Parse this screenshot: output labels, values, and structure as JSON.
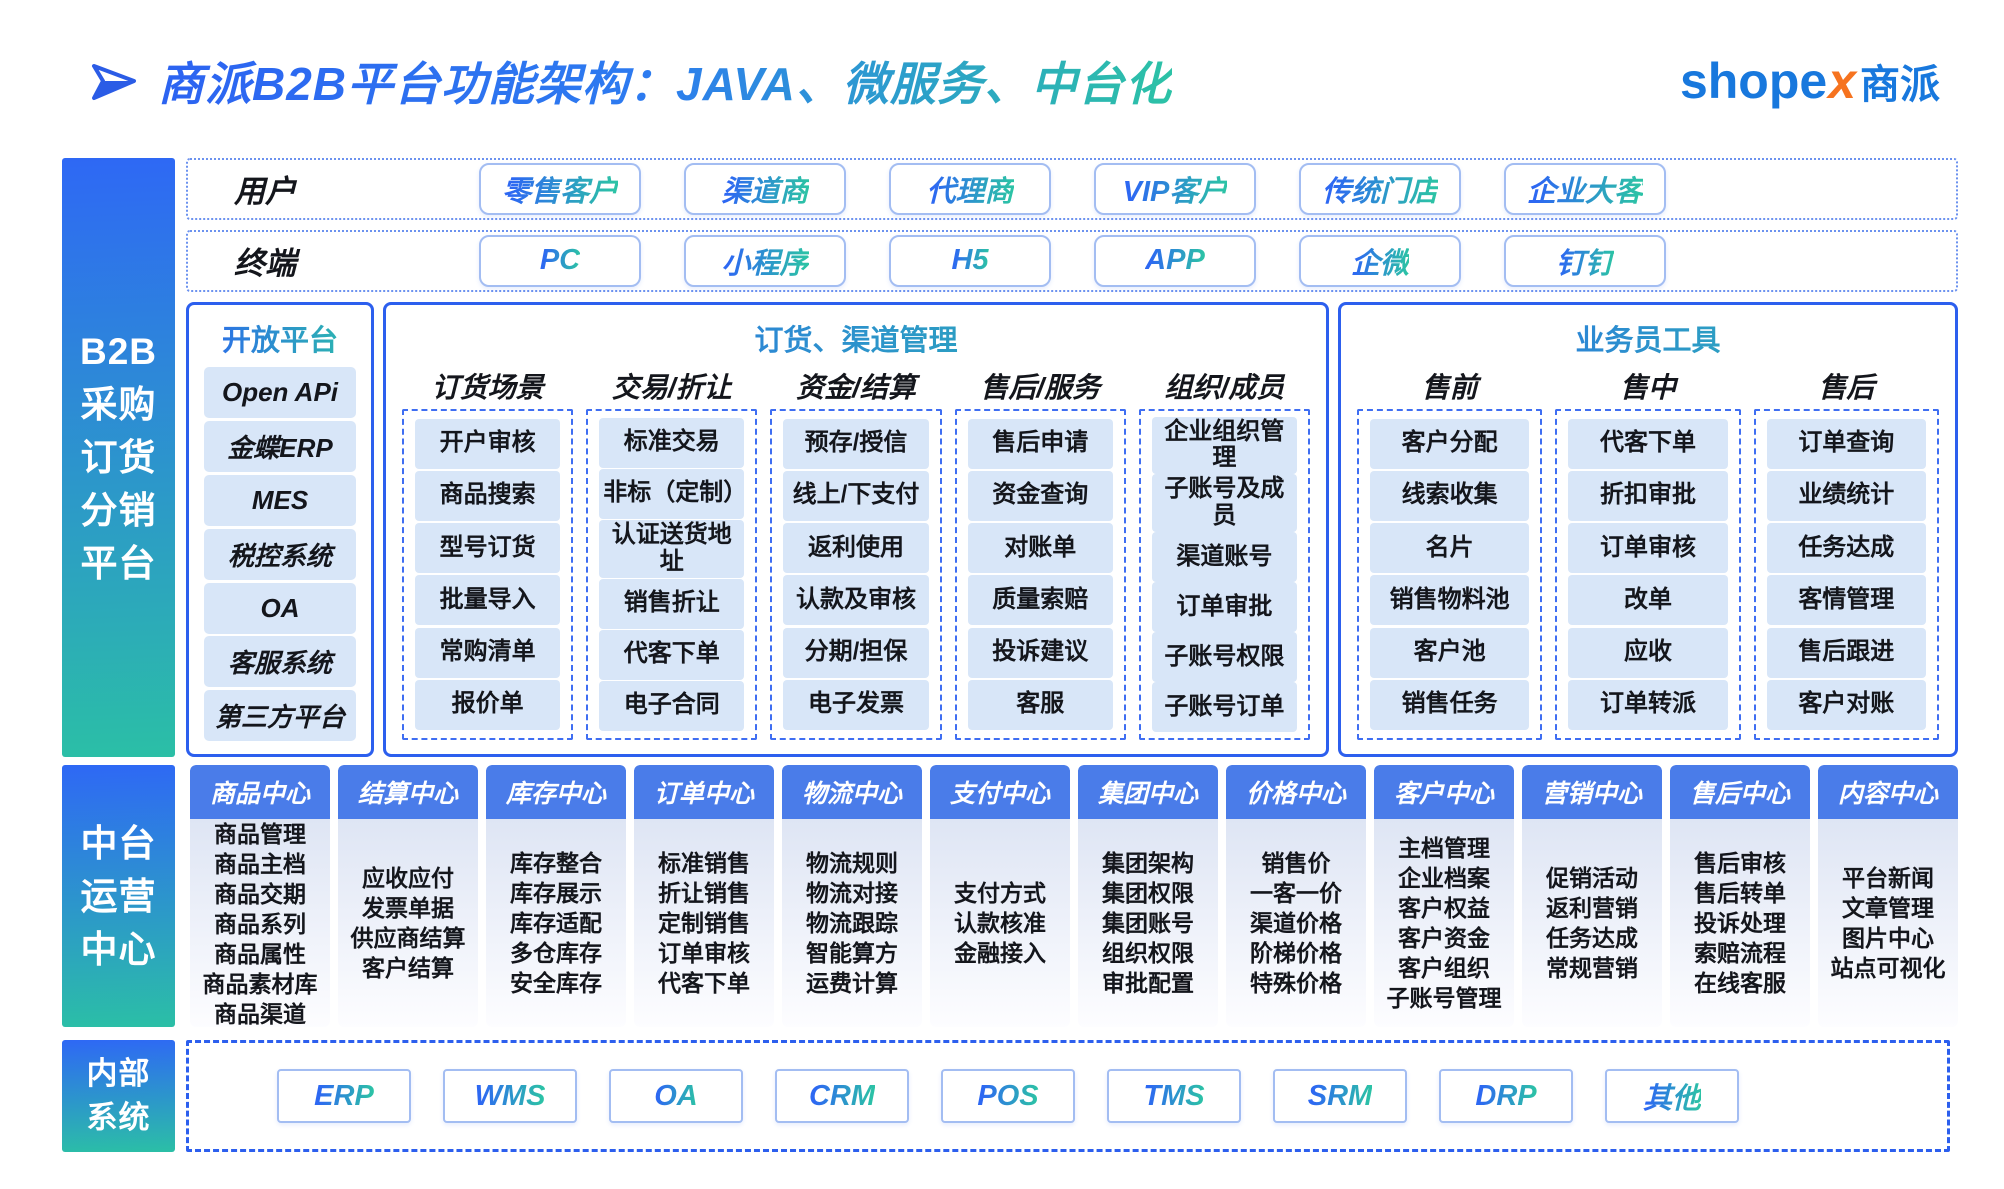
{
  "page": {
    "title": "商派B2B平台功能架构：JAVA、微服务、中台化",
    "logo": {
      "latin_blue": "shope",
      "latin_orange": "x",
      "chinese": "商派"
    }
  },
  "colors": {
    "blue": "#2c63f1",
    "teal": "#2cc2a6",
    "header_blue": "#4a7ce9",
    "cell_bg": "#d8e6f8",
    "button_border": "#a3bdf2",
    "solid_border": "#2c5fee",
    "dark_text": "#14161c",
    "logo_blue": "#1878dd",
    "logo_orange": "#f6731f"
  },
  "rows": {
    "users": {
      "label": "用户",
      "items": [
        "零售客户",
        "渠道商",
        "代理商",
        "VIP客户",
        "传统门店",
        "企业大客"
      ]
    },
    "terminals": {
      "label": "终端",
      "items": [
        "PC",
        "小程序",
        "H5",
        "APP",
        "企微",
        "钉钉"
      ]
    }
  },
  "sidebars": {
    "b2b": {
      "lines": [
        "B2B",
        "采购",
        "订货",
        "分销",
        "平台"
      ]
    },
    "middle": {
      "lines": [
        "中台",
        "运营",
        "中心"
      ]
    },
    "internal": {
      "lines": [
        "内部",
        "系统"
      ]
    }
  },
  "open_platform": {
    "title": "开放平台",
    "items": [
      "Open APi",
      "金蝶ERP",
      "MES",
      "税控系统",
      "OA",
      "客服系统",
      "第三方平台"
    ]
  },
  "order_channel": {
    "title": "订货、渠道管理",
    "columns": [
      {
        "header": "订货场景",
        "items": [
          "开户审核",
          "商品搜索",
          "型号订货",
          "批量导入",
          "常购清单",
          "报价单"
        ]
      },
      {
        "header": "交易/折让",
        "items": [
          "标准交易",
          "非标（定制）",
          "认证送货地址",
          "销售折让",
          "代客下单",
          "电子合同"
        ]
      },
      {
        "header": "资金/结算",
        "items": [
          "预存/授信",
          "线上/下支付",
          "返利使用",
          "认款及审核",
          "分期/担保",
          "电子发票"
        ]
      },
      {
        "header": "售后/服务",
        "items": [
          "售后申请",
          "资金查询",
          "对账单",
          "质量索赔",
          "投诉建议",
          "客服"
        ]
      },
      {
        "header": "组织/成员",
        "items": [
          "企业组织管理",
          "子账号及成员",
          "渠道账号",
          "订单审批",
          "子账号权限",
          "子账号订单"
        ]
      }
    ]
  },
  "salesman_tools": {
    "title": "业务员工具",
    "columns": [
      {
        "header": "售前",
        "items": [
          "客户分配",
          "线索收集",
          "名片",
          "销售物料池",
          "客户池",
          "销售任务"
        ]
      },
      {
        "header": "售中",
        "items": [
          "代客下单",
          "折扣审批",
          "订单审核",
          "改单",
          "应收",
          "订单转派"
        ]
      },
      {
        "header": "售后",
        "items": [
          "订单查询",
          "业绩统计",
          "任务达成",
          "客情管理",
          "售后跟进",
          "客户对账"
        ]
      }
    ]
  },
  "middle_centers": [
    {
      "header": "商品中心",
      "items": [
        "商品管理",
        "商品主档",
        "商品交期",
        "商品系列",
        "商品属性",
        "商品素材库",
        "商品渠道"
      ]
    },
    {
      "header": "结算中心",
      "items": [
        "应收应付",
        "发票单据",
        "供应商结算",
        "客户结算"
      ]
    },
    {
      "header": "库存中心",
      "items": [
        "库存整合",
        "库存展示",
        "库存适配",
        "多仓库存",
        "安全库存"
      ]
    },
    {
      "header": "订单中心",
      "items": [
        "标准销售",
        "折让销售",
        "定制销售",
        "订单审核",
        "代客下单"
      ]
    },
    {
      "header": "物流中心",
      "items": [
        "物流规则",
        "物流对接",
        "物流跟踪",
        "智能算方",
        "运费计算"
      ]
    },
    {
      "header": "支付中心",
      "items": [
        "支付方式",
        "认款核准",
        "金融接入"
      ]
    },
    {
      "header": "集团中心",
      "items": [
        "集团架构",
        "集团权限",
        "集团账号",
        "组织权限",
        "审批配置"
      ]
    },
    {
      "header": "价格中心",
      "items": [
        "销售价",
        "一客一价",
        "渠道价格",
        "阶梯价格",
        "特殊价格"
      ]
    },
    {
      "header": "客户中心",
      "items": [
        "主档管理",
        "企业档案",
        "客户权益",
        "客户资金",
        "客户组织",
        "子账号管理"
      ]
    },
    {
      "header": "营销中心",
      "items": [
        "促销活动",
        "返利营销",
        "任务达成",
        "常规营销"
      ]
    },
    {
      "header": "售后中心",
      "items": [
        "售后审核",
        "售后转单",
        "投诉处理",
        "索赔流程",
        "在线客服"
      ]
    },
    {
      "header": "内容中心",
      "items": [
        "平台新闻",
        "文章管理",
        "图片中心",
        "站点可视化"
      ]
    }
  ],
  "internal_systems": {
    "items": [
      "ERP",
      "WMS",
      "OA",
      "CRM",
      "POS",
      "TMS",
      "SRM",
      "DRP",
      "其他"
    ]
  }
}
